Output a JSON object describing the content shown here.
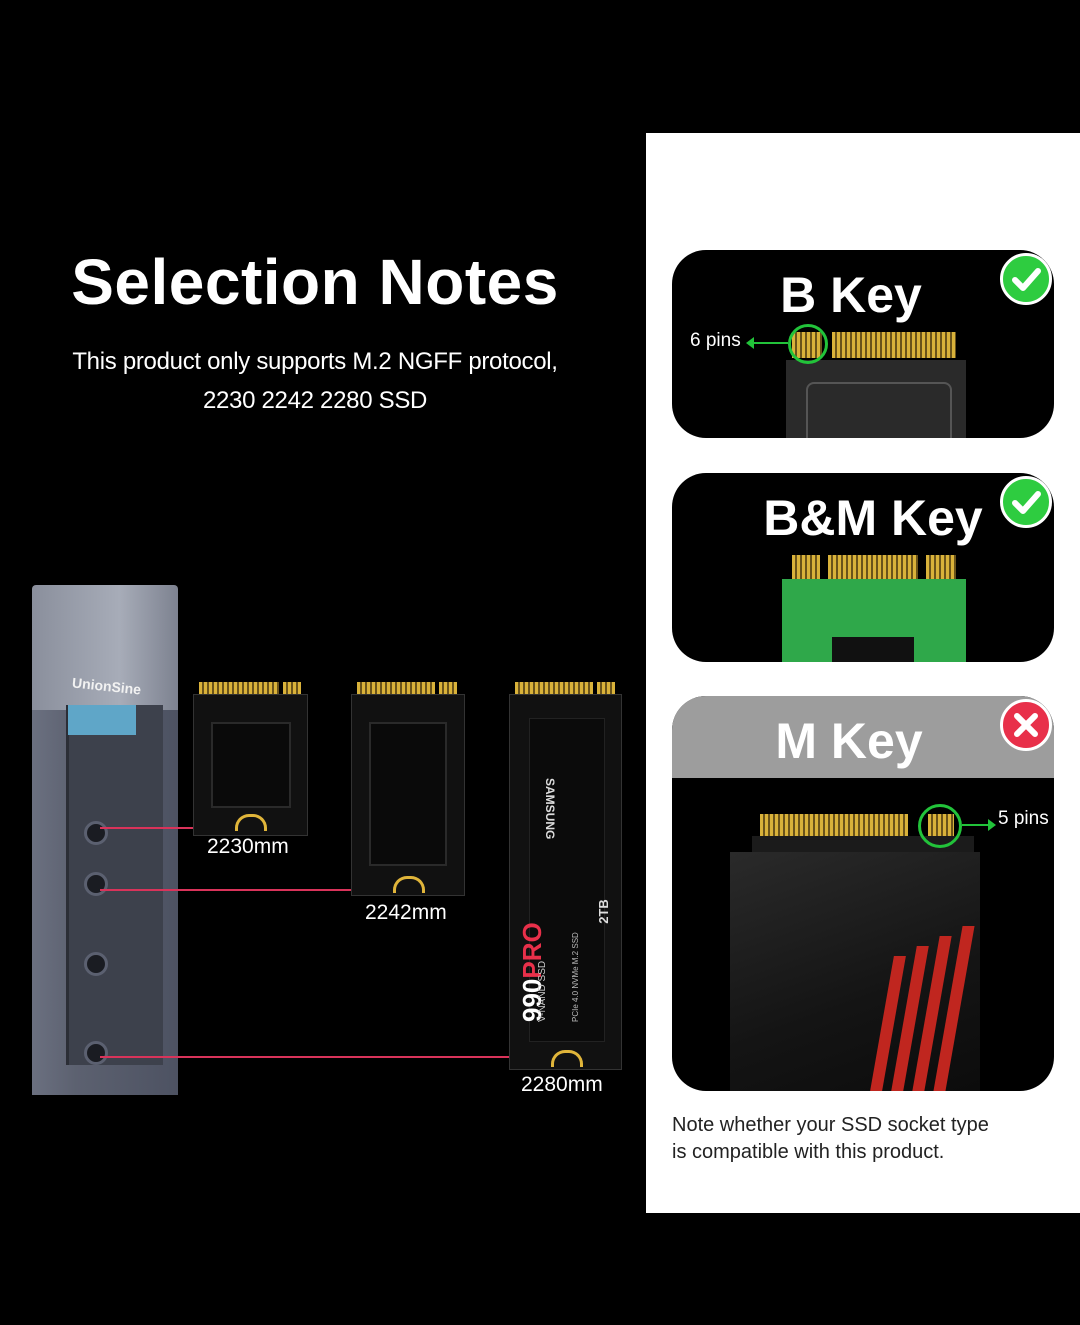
{
  "header": {
    "title": "Selection Notes",
    "subtitle_line1": "This product only supports M.2 NGFF protocol,",
    "subtitle_line2": "2230 2242 2280 SSD"
  },
  "enclosure": {
    "brand": "UnionSine"
  },
  "ssd_sizes": [
    {
      "label": "2230mm"
    },
    {
      "label": "2242mm"
    },
    {
      "label": "2280mm"
    }
  ],
  "ssd_printed": {
    "vendor": "SAMSUNG",
    "model": "990",
    "model_suffix": "PRO",
    "capacity": "2TB",
    "line1": "V-NAND SSD",
    "line2": "PCIe 4.0 NVMe M.2 SSD"
  },
  "keys": [
    {
      "title": "B Key",
      "status": "check",
      "pins_label": "6 pins"
    },
    {
      "title": "B&M Key",
      "status": "check"
    },
    {
      "title": "M Key",
      "status": "cross",
      "pins_label": "5 pins"
    }
  ],
  "note": {
    "line1": "Note whether your SSD socket type",
    "line2": "is compatible with this product."
  },
  "colors": {
    "check_green": "#2ecc40",
    "cross_red": "#e8304a",
    "pointer_red": "#d9335a",
    "highlight_green": "#22c33a",
    "enclosure_gray": "#6f7484"
  }
}
